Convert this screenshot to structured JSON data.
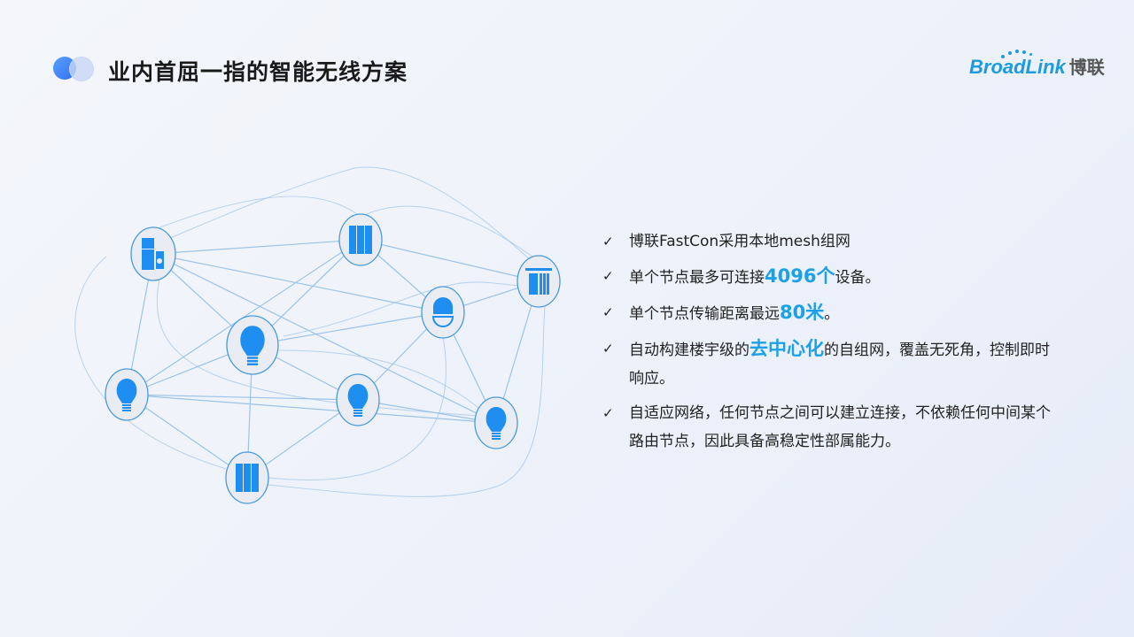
{
  "header": {
    "title": "业内首屈一指的智能无线方案",
    "logo_text": "BroadLink",
    "logo_cn": "博联"
  },
  "network": {
    "nodes": [
      "fridge-icon",
      "switch-icon",
      "curtain-icon",
      "camera-icon",
      "bulb-icon",
      "bulb-icon",
      "bulb-icon",
      "bulb-icon",
      "switch-icon"
    ],
    "node_color": "#1e8ff0",
    "line_color": "#9cc3ea"
  },
  "bullets": [
    {
      "pre": "博联FastCon采用本地mesh组网",
      "hl": "",
      "post": ""
    },
    {
      "pre": "单个节点最多可连接",
      "hl": "4096个",
      "post": "设备。"
    },
    {
      "pre": "单个节点传输距离最远",
      "hl": "80米",
      "post": "。"
    },
    {
      "pre": "自动构建楼宇级的",
      "hl": "去中心化",
      "post": "的自组网，覆盖无死角，控制即时响应。"
    },
    {
      "pre": "自适应网络，任何节点之间可以建立连接，不依赖任何中间某个路由节点，因此具备高稳定性部属能力。",
      "hl": "",
      "post": ""
    }
  ],
  "check": "✓"
}
